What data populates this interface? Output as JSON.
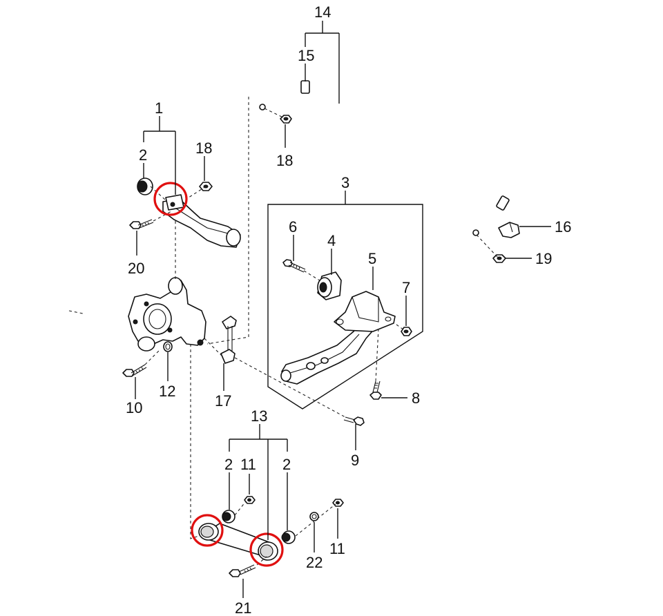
{
  "labels": {
    "p1": "1",
    "p2a": "2",
    "p2b": "2",
    "p2c": "2",
    "p3": "3",
    "p4": "4",
    "p5": "5",
    "p6": "6",
    "p7": "7",
    "p8": "8",
    "p9": "9",
    "p10": "10",
    "p11a": "11",
    "p11b": "11",
    "p12": "12",
    "p13": "13",
    "p14": "14",
    "p15": "15",
    "p16": "16",
    "p17": "17",
    "p18a": "18",
    "p18b": "18",
    "p19": "19",
    "p20": "20",
    "p21": "21",
    "p22": "22"
  },
  "colors": {
    "ink": "#111111",
    "highlight": "#e01010",
    "background": "#ffffff"
  }
}
